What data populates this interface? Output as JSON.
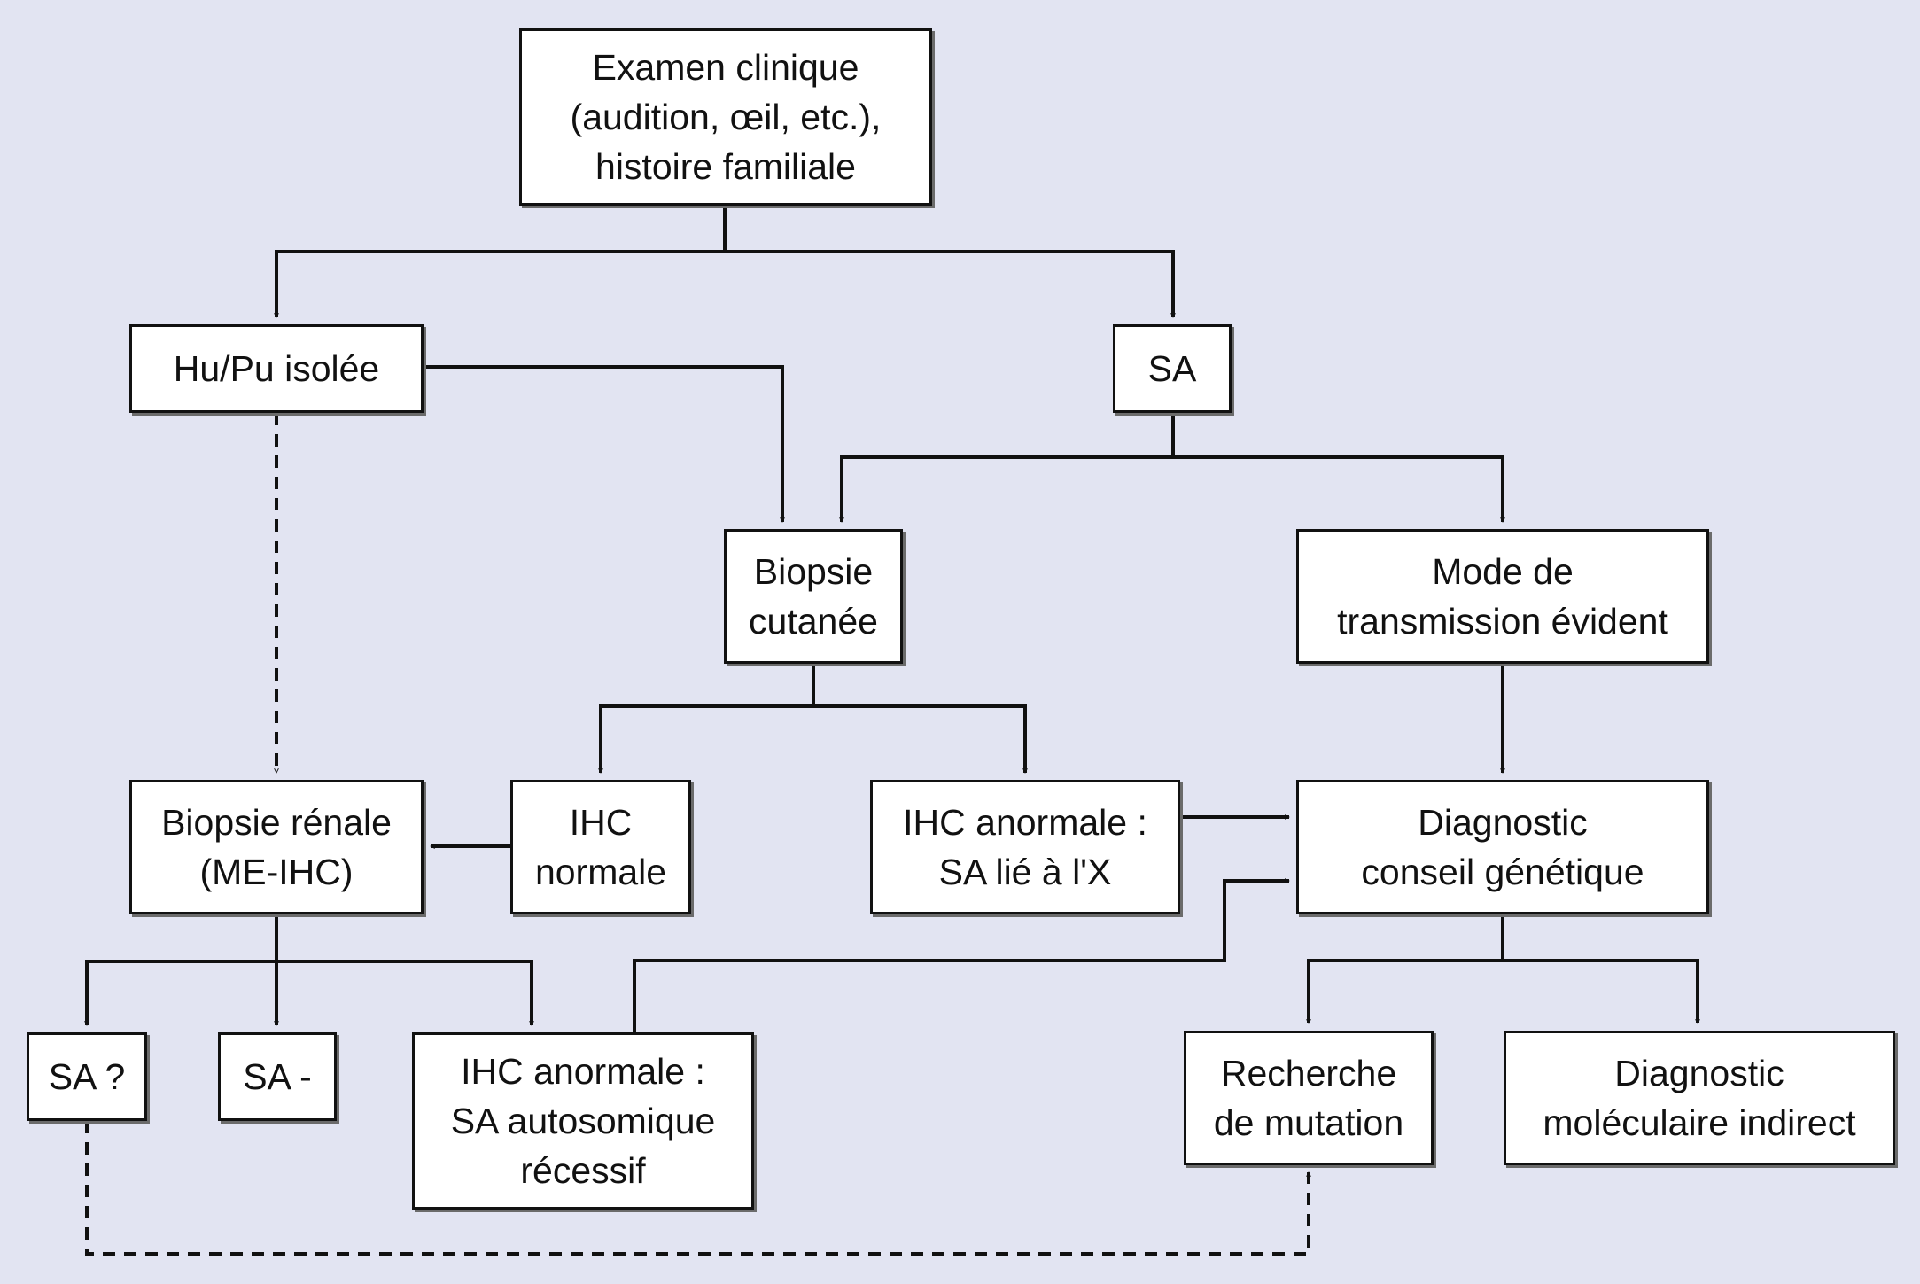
{
  "diagram": {
    "type": "flowchart",
    "language": "fr",
    "background_color": "#e2e4f2",
    "nodes": {
      "examen": {
        "lines": [
          "Examen clinique",
          "(audition, œil, etc.),",
          "histoire familiale"
        ]
      },
      "hupu": {
        "lines": [
          "Hu/Pu isolée"
        ]
      },
      "sa_top": {
        "lines": [
          "SA"
        ]
      },
      "biopsie_cut": {
        "lines": [
          "Biopsie",
          "cutanée"
        ]
      },
      "mode": {
        "lines": [
          "Mode de",
          "transmission évident"
        ]
      },
      "biopsie_ren": {
        "lines": [
          "Biopsie rénale",
          "(ME-IHC)"
        ]
      },
      "ihc_normale": {
        "lines": [
          "IHC",
          "normale"
        ]
      },
      "ihc_x": {
        "lines": [
          "IHC anormale :",
          "SA lié à l'X"
        ]
      },
      "diagnostic": {
        "lines": [
          "Diagnostic",
          "conseil génétique"
        ]
      },
      "sa_q": {
        "lines": [
          "SA ?"
        ]
      },
      "sa_minus": {
        "lines": [
          "SA -"
        ]
      },
      "ihc_ar": {
        "lines": [
          "IHC anormale :",
          "SA autosomique",
          "récessif"
        ]
      },
      "recherche": {
        "lines": [
          "Recherche",
          "de mutation"
        ]
      },
      "diag_mol": {
        "lines": [
          "Diagnostic",
          "moléculaire indirect"
        ]
      }
    },
    "edges": [
      {
        "from": "examen",
        "to": "hupu",
        "style": "solid"
      },
      {
        "from": "examen",
        "to": "sa_top",
        "style": "solid"
      },
      {
        "from": "hupu",
        "to": "biopsie_cut",
        "style": "solid"
      },
      {
        "from": "hupu",
        "to": "biopsie_ren",
        "style": "dashed"
      },
      {
        "from": "sa_top",
        "to": "biopsie_cut",
        "style": "solid"
      },
      {
        "from": "sa_top",
        "to": "mode",
        "style": "solid"
      },
      {
        "from": "biopsie_cut",
        "to": "ihc_normale",
        "style": "solid"
      },
      {
        "from": "biopsie_cut",
        "to": "ihc_x",
        "style": "solid"
      },
      {
        "from": "mode",
        "to": "diagnostic",
        "style": "solid"
      },
      {
        "from": "ihc_normale",
        "to": "biopsie_ren",
        "style": "solid"
      },
      {
        "from": "ihc_x",
        "to": "diagnostic",
        "style": "solid"
      },
      {
        "from": "biopsie_ren",
        "to": "sa_q",
        "style": "solid"
      },
      {
        "from": "biopsie_ren",
        "to": "sa_minus",
        "style": "solid"
      },
      {
        "from": "biopsie_ren",
        "to": "ihc_ar",
        "style": "solid"
      },
      {
        "from": "ihc_ar",
        "to": "diagnostic",
        "style": "solid"
      },
      {
        "from": "diagnostic",
        "to": "recherche",
        "style": "solid"
      },
      {
        "from": "diagnostic",
        "to": "diag_mol",
        "style": "solid"
      },
      {
        "from": "sa_q",
        "to": "recherche",
        "style": "dashed"
      }
    ]
  }
}
